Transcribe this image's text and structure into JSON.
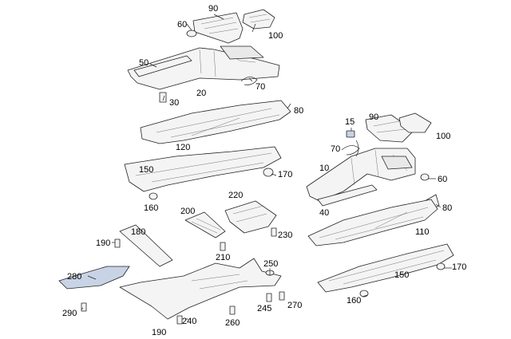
{
  "labels": {
    "l90a": "90",
    "l60a": "60",
    "l100a": "100",
    "l50": "50",
    "l70a": "70",
    "l30": "30",
    "l20": "20",
    "l80a": "80",
    "l120": "120",
    "l150a": "150",
    "l170a": "170",
    "l160a": "160",
    "l15": "15",
    "l90b": "90",
    "l100b": "100",
    "l70b": "70",
    "l10": "10",
    "l60b": "60",
    "l40": "40",
    "l80b": "80",
    "l220": "220",
    "l200": "200",
    "l230": "230",
    "l180": "180",
    "l190a": "190",
    "l210": "210",
    "l110": "110",
    "l280": "280",
    "l250": "250",
    "l150b": "150",
    "l170b": "170",
    "l245": "245",
    "l270": "270",
    "l160b": "160",
    "l290": "290",
    "l260": "260",
    "l240": "240",
    "l190b": "190"
  }
}
